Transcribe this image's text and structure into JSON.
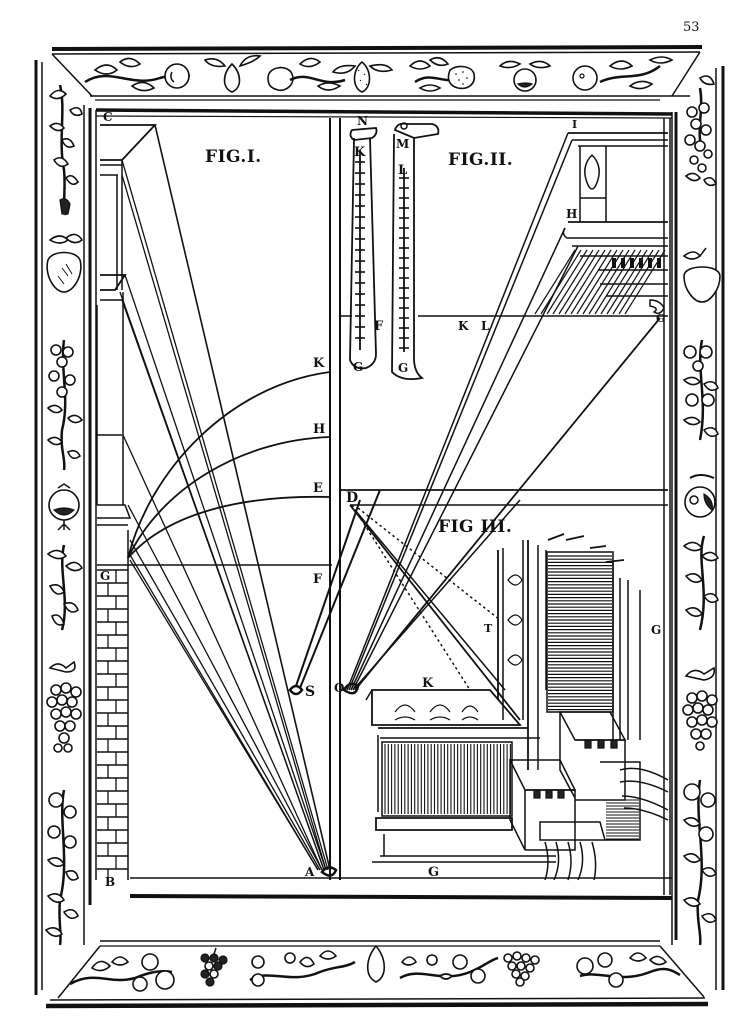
{
  "page": {
    "number": "53",
    "style": "woodcut engraving",
    "ink_color": "#111111",
    "paper_color": "#ffffff"
  },
  "figures": [
    {
      "id": "fig1",
      "title": "FIG.I.",
      "points": [
        "C",
        "K",
        "H",
        "E",
        "F",
        "G",
        "B",
        "A",
        "S"
      ]
    },
    {
      "id": "fig2",
      "title": "FIG.II.",
      "points": [
        "N",
        "M",
        "K",
        "L",
        "G",
        "F",
        "I",
        "H",
        "K",
        "L",
        "G",
        "O",
        "D"
      ]
    },
    {
      "id": "fig3",
      "title": "FIG III.",
      "points": [
        "T",
        "K",
        "G",
        "G"
      ]
    }
  ],
  "labels": {
    "fig1_C": "C",
    "fig1_K": "K",
    "fig1_H": "H",
    "fig1_E": "E",
    "fig1_F": "F",
    "fig1_G": "G",
    "fig1_B": "B",
    "fig1_A": "A",
    "fig1_S": "S",
    "scroll1_N": "N",
    "scroll1_K": "K",
    "scroll1_G": "G",
    "scroll2_M": "M",
    "scroll2_L": "L",
    "scroll2_G": "G",
    "fig2_F": "F",
    "fig2_K": "K",
    "fig2_L": "L",
    "fig2_I": "I",
    "fig2_H": "H",
    "fig2_G": "G",
    "fig2_O": "O",
    "fig2_D": "D",
    "fig3_T": "T",
    "fig3_K": "K",
    "fig3_G": "G",
    "fig3_G_right": "G"
  },
  "border": {
    "top_motifs": [
      "vine",
      "apple",
      "pear",
      "gourd",
      "vine",
      "fig",
      "vine",
      "strawberry",
      "quince",
      "apple",
      "vine"
    ],
    "bottom_motifs": [
      "vine",
      "grapes",
      "vine",
      "fig",
      "vine",
      "grapes",
      "vine"
    ],
    "left_motifs": [
      "flower-cluster",
      "strawberry",
      "berry-branch",
      "pomegranate",
      "leaf-branch",
      "grapes",
      "berry-branch"
    ],
    "right_motifs": [
      "berry-cluster",
      "apple",
      "berry-branch",
      "pomegranate",
      "leaf-branch",
      "grapes",
      "berry-branch"
    ]
  }
}
